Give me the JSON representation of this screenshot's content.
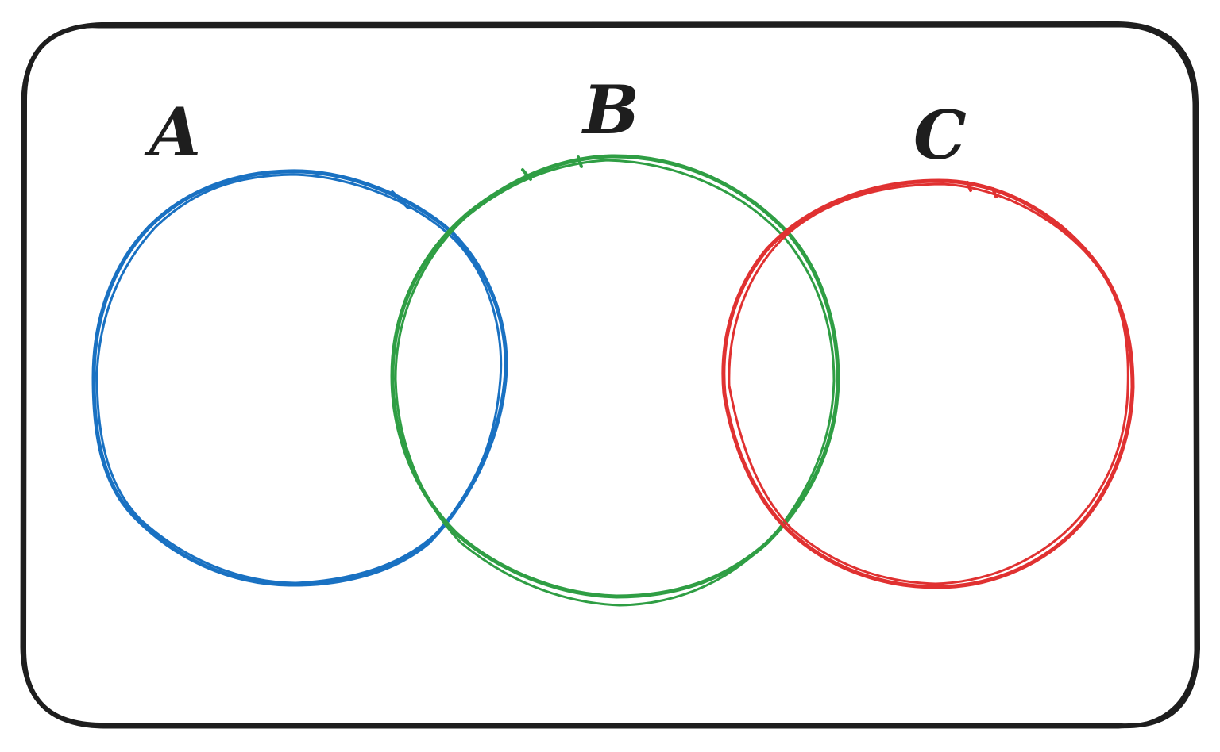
{
  "diagram": {
    "frame_color": "#1e1e1e",
    "sets": [
      {
        "id": "a",
        "label": "A",
        "color": "#1971c2"
      },
      {
        "id": "b",
        "label": "B",
        "color": "#2f9e44"
      },
      {
        "id": "c",
        "label": "C",
        "color": "#e03131"
      }
    ]
  }
}
